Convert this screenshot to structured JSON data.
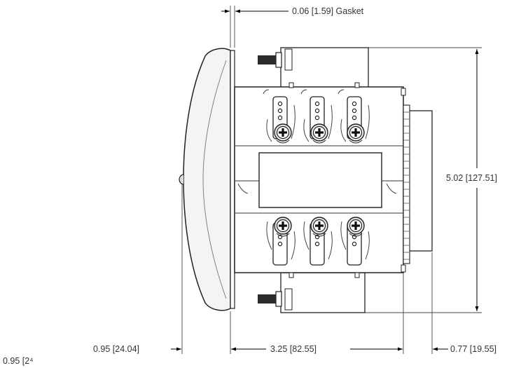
{
  "diagram": {
    "labels": {
      "gasket": "0.06 [1.59] Gasket",
      "height": "5.02 [127.51]",
      "left_depth": "0.95 [24.04]",
      "body_width": "3.25 [82.55]",
      "rear_depth": "0.77 [19.55]",
      "cut_off": "0.95 [2⁴"
    }
  }
}
